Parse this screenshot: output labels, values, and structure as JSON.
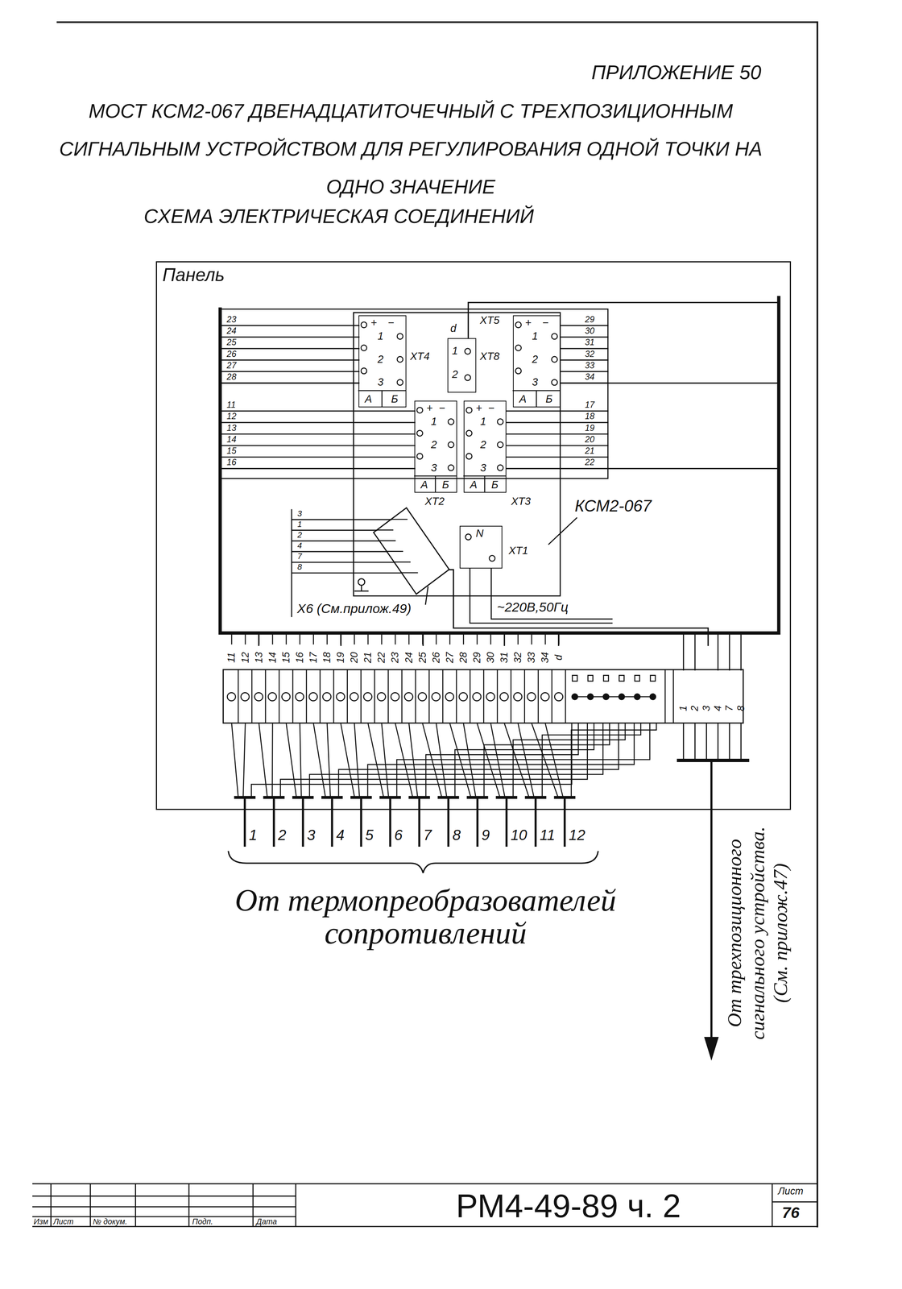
{
  "diagram": {
    "title": "МОСТ КСМ2-067 ДВЕНАДЦАТИТОЧЕЧНЫЙ С ТРЕХПОЗИЦИОННЫМ СИГНАЛЬНЫМ УСТРОЙСТВОМ ДЛЯ РЕГУЛИРОВАНИЯ ОДНОЙ ТОЧКИ НА ОДНО ЗНАЧЕНИЕ",
    "nodes": [
      {
        "text": [
          "Панель"
        ]
      },
      {
        "text": [
          "КСМ2-067"
        ],
        "in": 0
      },
      {
        "text": [
          "ХТ4",
          "+",
          "−",
          "1",
          "2",
          "3",
          "А",
          "Б"
        ],
        "in": 1
      },
      {
        "text": [
          "ХТ8",
          "d",
          "1",
          "2"
        ],
        "in": 1
      },
      {
        "text": [
          "ХТ5",
          "+",
          "−",
          "1",
          "2",
          "3",
          "А",
          "Б"
        ],
        "in": 1
      },
      {
        "text": [
          "ХТ2",
          "+",
          "−",
          "1",
          "2",
          "3",
          "А",
          "Б"
        ],
        "in": 1
      },
      {
        "text": [
          "ХТ3",
          "+",
          "−",
          "1",
          "2",
          "3",
          "А",
          "Б"
        ],
        "in": 1
      },
      {
        "text": [
          "Х6 (См.прилож.49)"
        ],
        "in": 1
      },
      {
        "text": [
          "ХТ1",
          "N"
        ],
        "in": 1
      },
      {
        "text": [
          "11",
          "12",
          "13",
          "14",
          "15",
          "16",
          "17",
          "18",
          "19",
          "20",
          "21",
          "22",
          "23",
          "24",
          "25",
          "26",
          "27",
          "28",
          "29",
          "30",
          "31",
          "32",
          "33",
          "34",
          "d",
          "1",
          "2",
          "3",
          "4",
          "7",
          "8"
        ],
        "in": 0
      }
    ],
    "edges": [
      {
        "from": 2,
        "to": 9,
        "arrow": "none"
      },
      {
        "from": 4,
        "to": 9,
        "arrow": "none"
      },
      {
        "from": 5,
        "to": 9,
        "arrow": "none"
      },
      {
        "from": 6,
        "to": 9,
        "arrow": "none"
      },
      {
        "from": 3,
        "to": 9,
        "arrow": "none"
      },
      {
        "from": 7,
        "to": 9,
        "arrow": "none"
      }
    ],
    "labels": [
      "ПРИЛОЖЕНИЕ 50",
      "СХЕМА ЭЛЕКТРИЧЕСКАЯ СОЕДИНЕНИЙ",
      "23",
      "24",
      "25",
      "26",
      "27",
      "28",
      "11",
      "12",
      "13",
      "14",
      "15",
      "16",
      "29",
      "30",
      "31",
      "32",
      "33",
      "34",
      "17",
      "18",
      "19",
      "20",
      "21",
      "22",
      "3",
      "1",
      "2",
      "4",
      "7",
      "8",
      "~220В,50Гц",
      "1",
      "2",
      "3",
      "4",
      "5",
      "6",
      "7",
      "8",
      "9",
      "10",
      "11",
      "12",
      "От термопреобразователей сопротивлений",
      "От трехпозиционного сигнального устройства. (См. прилож.47)",
      "Изм",
      "Лист",
      "№ докум.",
      "Подп.",
      "Дата",
      "РМ4-49-89 ч. 2",
      "Лист",
      "76"
    ]
  }
}
